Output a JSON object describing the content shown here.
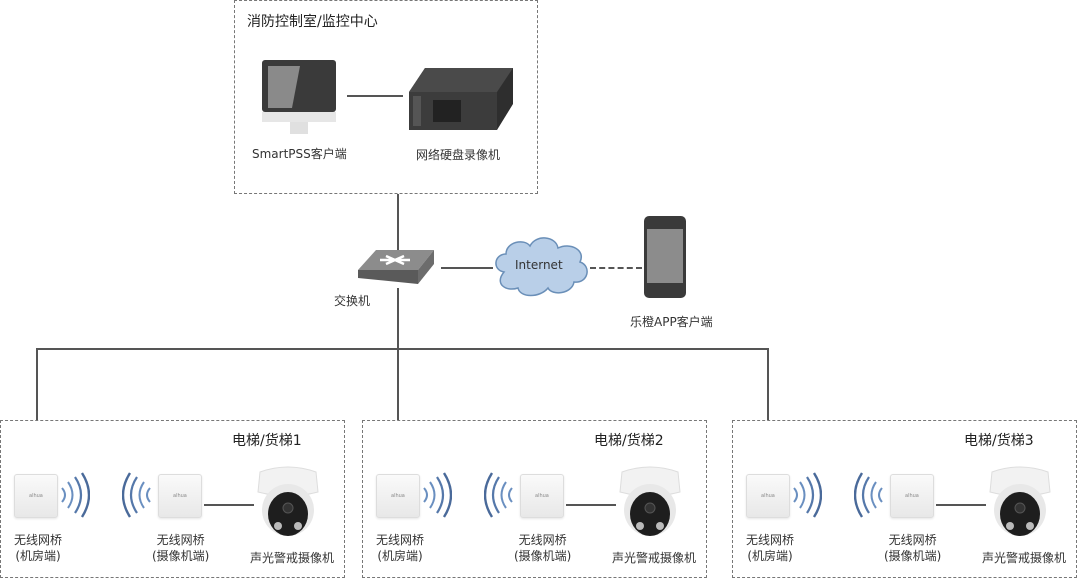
{
  "control_room": {
    "title": "消防控制室/监控中心",
    "client_label": "SmartPSS客户端",
    "nvr_label": "网络硬盘录像机"
  },
  "network": {
    "switch_label": "交换机",
    "internet_label": "Internet",
    "app_label": "乐橙APP客户端"
  },
  "zones": [
    {
      "title": "电梯/货梯1",
      "bridge_room_label": [
        "无线网桥",
        "(机房端)"
      ],
      "bridge_cam_label": [
        "无线网桥",
        "(摄像机端)"
      ],
      "camera_label": "声光警戒摄像机"
    },
    {
      "title": "电梯/货梯2",
      "bridge_room_label": [
        "无线网桥",
        "(机房端)"
      ],
      "bridge_cam_label": [
        "无线网桥",
        "(摄像机端)"
      ],
      "camera_label": "声光警戒摄像机"
    },
    {
      "title": "电梯/货梯3",
      "bridge_room_label": [
        "无线网桥",
        "(机房端)"
      ],
      "bridge_cam_label": [
        "无线网桥",
        "(摄像机端)"
      ],
      "camera_label": "声光警戒摄像机"
    }
  ],
  "brand_mark": "alhua"
}
